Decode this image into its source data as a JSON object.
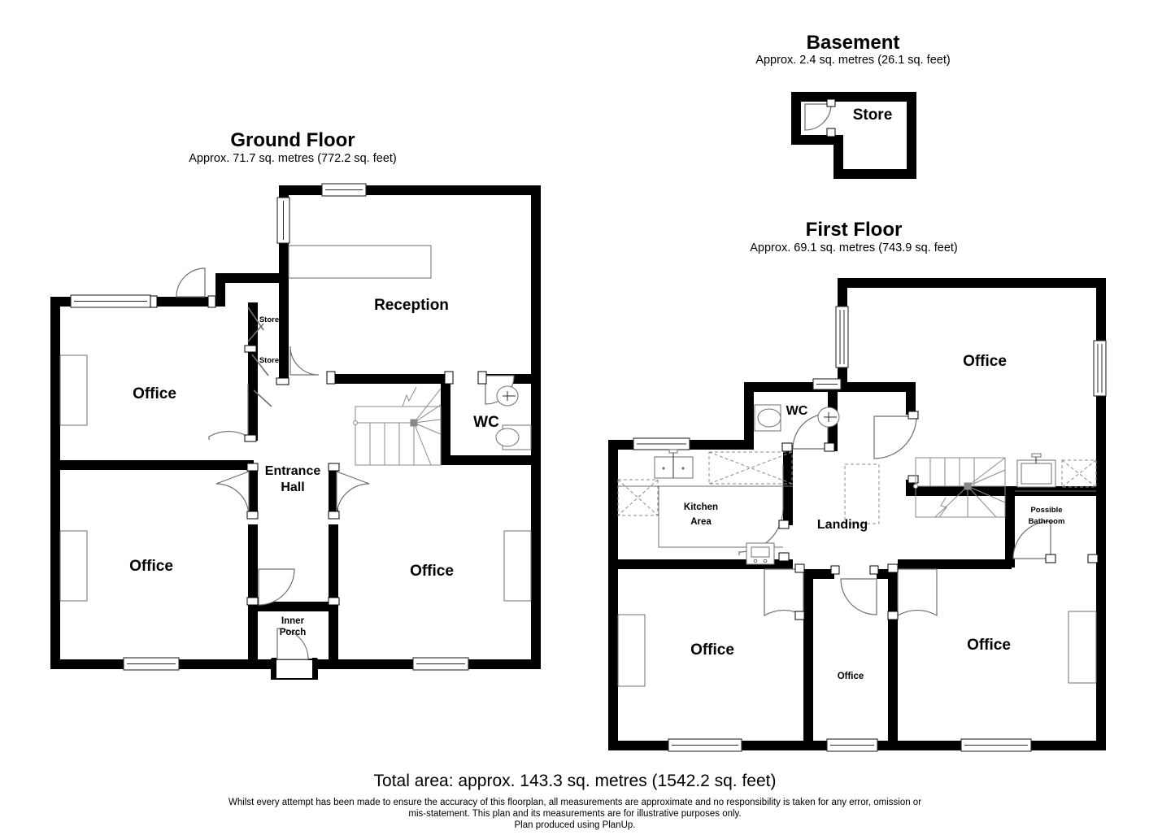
{
  "document": {
    "type": "floorplan",
    "producer_note": "Plan produced using PlanUp."
  },
  "floors": [
    {
      "id": "ground",
      "title": "Ground Floor",
      "subtitle": "Approx. 71.7 sq. metres (772.2 sq. feet)",
      "rooms": [
        {
          "name": "Reception",
          "label": "Reception"
        },
        {
          "name": "Office",
          "label": "Office"
        },
        {
          "name": "Office",
          "label": "Office"
        },
        {
          "name": "Office",
          "label": "Office"
        },
        {
          "name": "Store",
          "label": "Store"
        },
        {
          "name": "Store",
          "label": "Store"
        },
        {
          "name": "WC",
          "label": "WC"
        },
        {
          "name": "Entrance Hall",
          "label_line1": "Entrance",
          "label_line2": "Hall"
        },
        {
          "name": "Inner Porch",
          "label_line1": "Inner",
          "label_line2": "Porch"
        }
      ]
    },
    {
      "id": "basement",
      "title": "Basement",
      "subtitle": "Approx. 2.4 sq. metres (26.1 sq. feet)",
      "rooms": [
        {
          "name": "Store",
          "label": "Store"
        }
      ]
    },
    {
      "id": "first",
      "title": "First Floor",
      "subtitle": "Approx. 69.1 sq. metres (743.9 sq. feet)",
      "rooms": [
        {
          "name": "Office",
          "label": "Office"
        },
        {
          "name": "WC",
          "label": "WC"
        },
        {
          "name": "Kitchen Area",
          "label_line1": "Kitchen",
          "label_line2": "Area"
        },
        {
          "name": "Landing",
          "label": "Landing"
        },
        {
          "name": "Possible Bathroom",
          "label_line1": "Possible",
          "label_line2": "Bathroom"
        },
        {
          "name": "Office",
          "label": "Office"
        },
        {
          "name": "Office",
          "label": "Office"
        },
        {
          "name": "Office",
          "label": "Office"
        }
      ]
    }
  ],
  "labels": {
    "ground_title": "Ground Floor",
    "ground_subtitle": "Approx. 71.7 sq. metres (772.2 sq. feet)",
    "basement_title": "Basement",
    "basement_subtitle": "Approx. 2.4 sq. metres (26.1 sq. feet)",
    "first_title": "First Floor",
    "first_subtitle": "Approx. 69.1 sq. metres (743.9 sq. feet)",
    "reception": "Reception",
    "office_gf_top_left": "Office",
    "office_gf_bottom_left": "Office",
    "office_gf_bottom_right": "Office",
    "store_gf_upper": "Store",
    "store_gf_lower": "Store",
    "wc_gf": "WC",
    "entrance_hall_line1": "Entrance",
    "entrance_hall_line2": "Hall",
    "inner_porch_line1": "Inner",
    "inner_porch_line2": "Porch",
    "store_basement": "Store",
    "office_ff_top_right": "Office",
    "wc_ff": "WC",
    "kitchen_line1": "Kitchen",
    "kitchen_line2": "Area",
    "landing": "Landing",
    "possible_bathroom_line1": "Possible",
    "possible_bathroom_line2": "Bathroom",
    "office_ff_bottom_left": "Office",
    "office_ff_bottom_mid": "Office",
    "office_ff_bottom_right": "Office"
  },
  "footer": {
    "total_area": "Total area: approx. 143.3 sq. metres (1542.2 sq. feet)",
    "disclaimer_line1": "Whilst every attempt has been made to ensure the accuracy of this floorplan, all measurements are approximate and no responsibility is taken for any error, omission or",
    "disclaimer_line2": "mis-statement. This plan and its measurements are for illustrative purposes only.",
    "disclaimer_line3": "Plan produced using PlanUp."
  },
  "colors": {
    "wall": "#000000",
    "background": "#ffffff",
    "text": "#000000",
    "fixture_stroke": "#6f6f6f"
  }
}
